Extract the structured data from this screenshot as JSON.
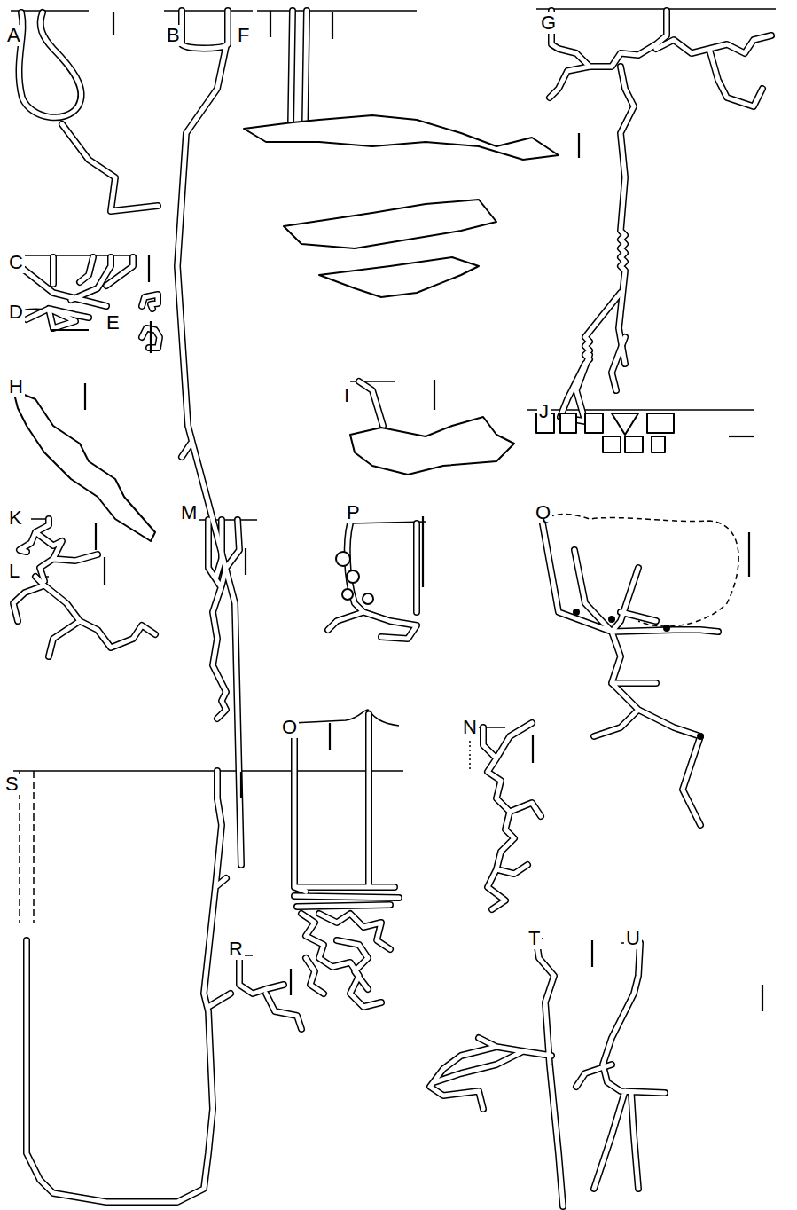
{
  "diagram": {
    "labels": [
      "A",
      "B",
      "F",
      "G",
      "C",
      "D",
      "E",
      "H",
      "I",
      "J",
      "K",
      "L",
      "M",
      "P",
      "Q",
      "S",
      "O",
      "N",
      "T",
      "U",
      "R"
    ]
  }
}
